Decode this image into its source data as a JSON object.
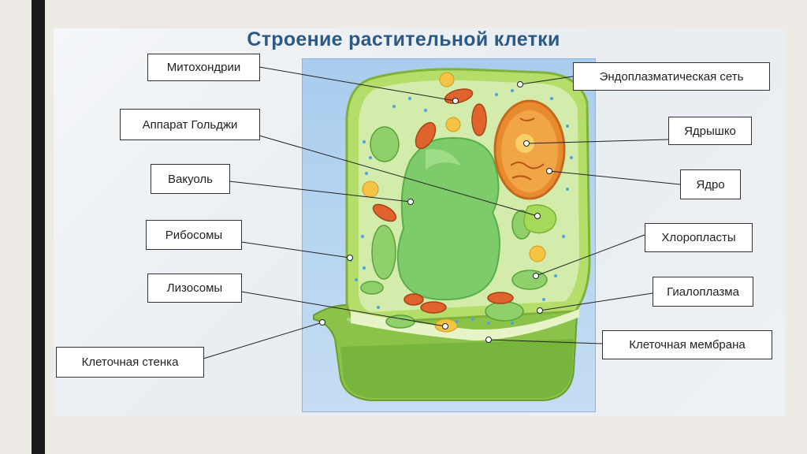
{
  "title": "Строение растительной клетки",
  "labels": {
    "mitochondria": "Митохондрии",
    "golgi": "Аппарат Гольджи",
    "vacuole": "Вакуоль",
    "ribosomes": "Рибосомы",
    "lysosomes": "Лизосомы",
    "cell_wall": "Клеточная стенка",
    "er": "Эндоплазматическая сеть",
    "nucleolus": "Ядрышко",
    "nucleus": "Ядро",
    "chloroplasts": "Хлоропласты",
    "hyaloplasm": "Гиалоплазма",
    "cell_membrane": "Клеточная мембрана"
  }
}
